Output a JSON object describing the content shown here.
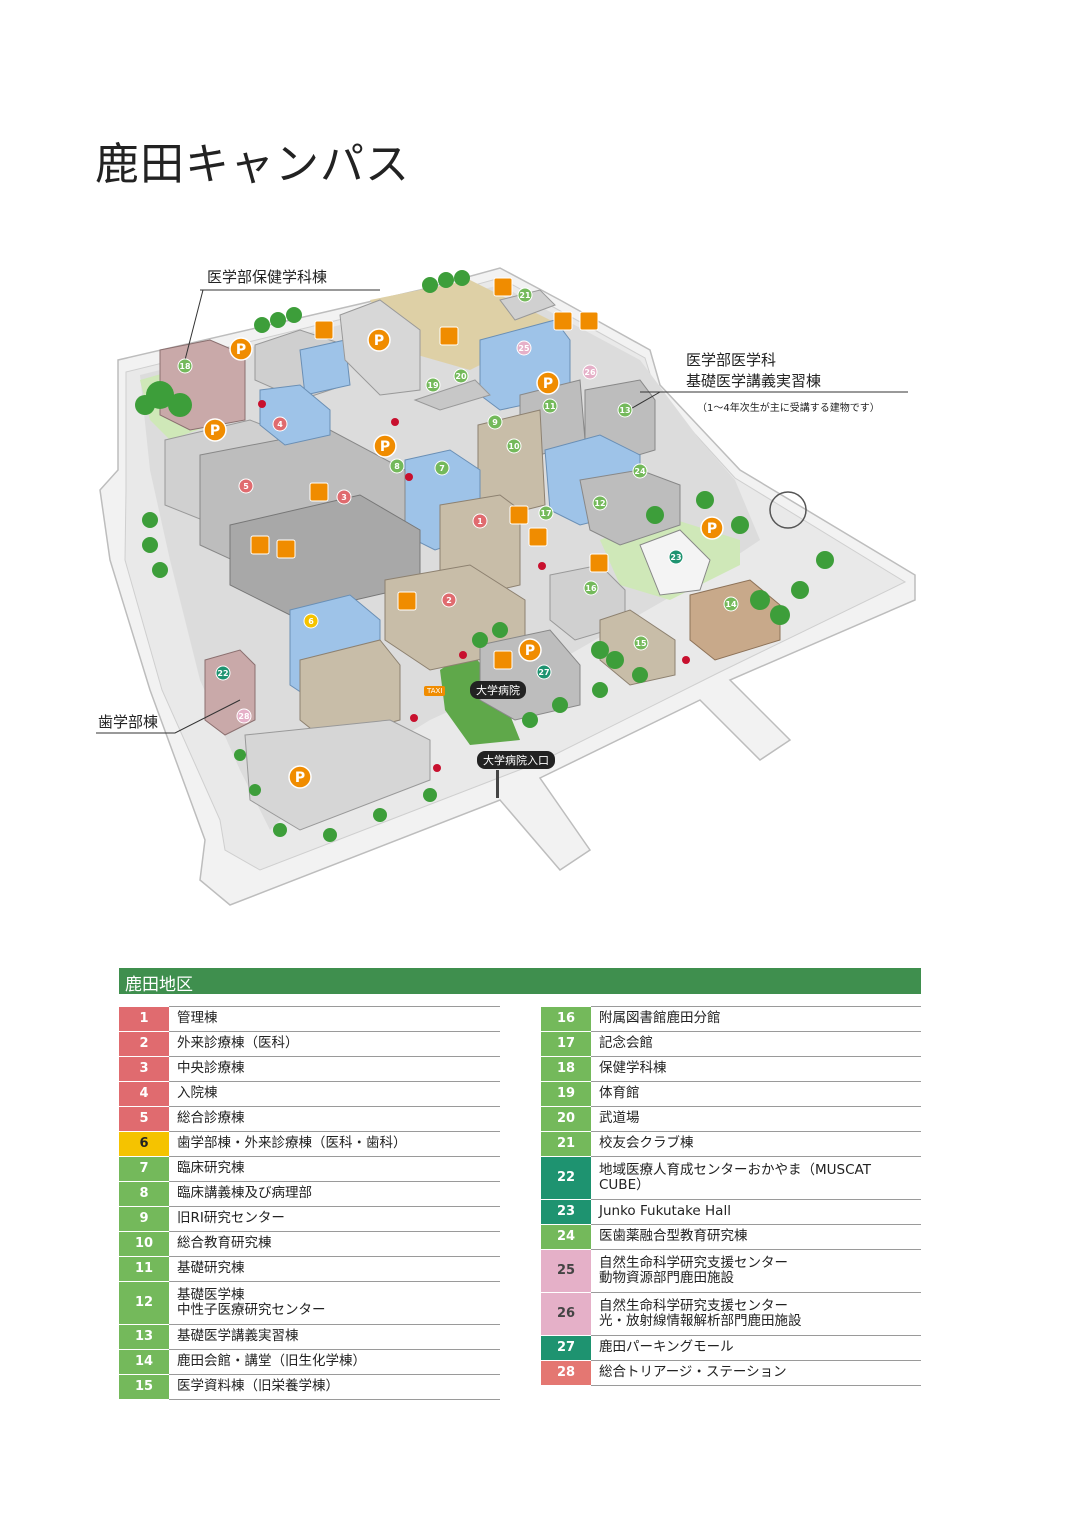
{
  "title": "鹿田キャンパス",
  "callouts": {
    "hoken": "医学部保健学科棟",
    "igaku_line1": "医学部医学科",
    "igaku_line2": "基礎医学講義実習棟",
    "igaku_note": "（1〜4年次生が主に受講する建物です）",
    "shigaku": "歯学部棟",
    "hospital": "大学病院",
    "hospital_entrance": "大学病院入口",
    "taxi": "TAXI"
  },
  "legend": {
    "title": "鹿田地区",
    "left": [
      {
        "num": "1",
        "label": "管理棟",
        "color": "red"
      },
      {
        "num": "2",
        "label": "外来診療棟（医科）",
        "color": "red"
      },
      {
        "num": "3",
        "label": "中央診療棟",
        "color": "red"
      },
      {
        "num": "4",
        "label": "入院棟",
        "color": "red"
      },
      {
        "num": "5",
        "label": "総合診療棟",
        "color": "red"
      },
      {
        "num": "6",
        "label": "歯学部棟・外来診療棟（医科・歯科）",
        "color": "yellow"
      },
      {
        "num": "7",
        "label": "臨床研究棟",
        "color": "green"
      },
      {
        "num": "8",
        "label": "臨床講義棟及び病理部",
        "color": "green"
      },
      {
        "num": "9",
        "label": "旧RI研究センター",
        "color": "green"
      },
      {
        "num": "10",
        "label": "総合教育研究棟",
        "color": "green"
      },
      {
        "num": "11",
        "label": "基礎研究棟",
        "color": "green"
      },
      {
        "num": "12",
        "label": "基礎医学棟",
        "label2": "中性子医療研究センター",
        "color": "green"
      },
      {
        "num": "13",
        "label": "基礎医学講義実習棟",
        "color": "green"
      },
      {
        "num": "14",
        "label": "鹿田会館・講堂（旧生化学棟）",
        "color": "green"
      },
      {
        "num": "15",
        "label": "医学資料棟（旧栄養学棟）",
        "color": "green"
      }
    ],
    "right": [
      {
        "num": "16",
        "label": "附属図書館鹿田分館",
        "color": "green"
      },
      {
        "num": "17",
        "label": "記念会館",
        "color": "green"
      },
      {
        "num": "18",
        "label": "保健学科棟",
        "color": "green"
      },
      {
        "num": "19",
        "label": "体育館",
        "color": "green"
      },
      {
        "num": "20",
        "label": "武道場",
        "color": "green"
      },
      {
        "num": "21",
        "label": "校友会クラブ棟",
        "color": "green"
      },
      {
        "num": "22",
        "label": "地域医療人育成センターおかやま（MUSCAT",
        "label2": "CUBE）",
        "color": "teal"
      },
      {
        "num": "23",
        "label": "Junko Fukutake Hall",
        "color": "teal"
      },
      {
        "num": "24",
        "label": "医歯薬融合型教育研究棟",
        "color": "green"
      },
      {
        "num": "25",
        "label": "自然生命科学研究支援センター",
        "label2": "動物資源部門鹿田施設",
        "color": "pink"
      },
      {
        "num": "26",
        "label": "自然生命科学研究支援センター",
        "label2": "光・放射線情報解析部門鹿田施設",
        "color": "pink"
      },
      {
        "num": "27",
        "label": "鹿田パーキングモール",
        "color": "teal"
      },
      {
        "num": "28",
        "label": "総合トリアージ・ステーション",
        "color": "coral"
      }
    ]
  },
  "map_markers": {
    "buildings": [
      {
        "n": "1",
        "color": "#e06b6f"
      },
      {
        "n": "2",
        "color": "#e06b6f"
      },
      {
        "n": "3",
        "color": "#e06b6f"
      },
      {
        "n": "4",
        "color": "#e06b6f"
      },
      {
        "n": "5",
        "color": "#e06b6f"
      },
      {
        "n": "6",
        "color": "#f5c300"
      },
      {
        "n": "7",
        "color": "#74b95b"
      },
      {
        "n": "8",
        "color": "#74b95b"
      },
      {
        "n": "9",
        "color": "#74b95b"
      },
      {
        "n": "10",
        "color": "#74b95b"
      },
      {
        "n": "11",
        "color": "#74b95b"
      },
      {
        "n": "12",
        "color": "#74b95b"
      },
      {
        "n": "13",
        "color": "#74b95b"
      },
      {
        "n": "14",
        "color": "#74b95b"
      },
      {
        "n": "15",
        "color": "#74b95b"
      },
      {
        "n": "16",
        "color": "#74b95b"
      },
      {
        "n": "17",
        "color": "#74b95b"
      },
      {
        "n": "18",
        "color": "#74b95b"
      },
      {
        "n": "19",
        "color": "#74b95b"
      },
      {
        "n": "20",
        "color": "#74b95b"
      },
      {
        "n": "21",
        "color": "#74b95b"
      },
      {
        "n": "22",
        "color": "#1e9370"
      },
      {
        "n": "23",
        "color": "#1e9370"
      },
      {
        "n": "24",
        "color": "#74b95b"
      },
      {
        "n": "25",
        "color": "#e5b0c8"
      },
      {
        "n": "26",
        "color": "#e5b0c8"
      },
      {
        "n": "27",
        "color": "#1e9370"
      },
      {
        "n": "28",
        "color": "#e5b0c8"
      }
    ],
    "parking_label": "P",
    "accent_orange": "#f08c00"
  }
}
